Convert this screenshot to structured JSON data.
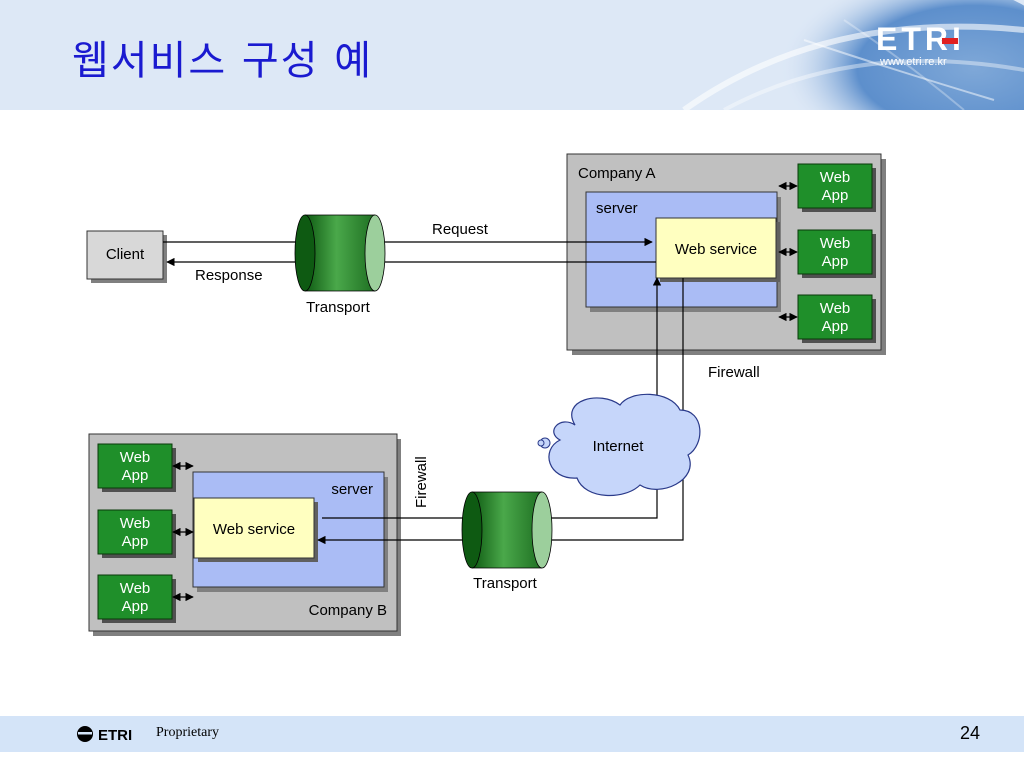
{
  "slide": {
    "title": "웹서비스 구성 예",
    "url": "www.etri.re.kr",
    "logo_text": "ETRI",
    "page_number": "24"
  },
  "footer": {
    "logo_text": "ETRI",
    "proprietary": "Proprietary"
  },
  "diagram": {
    "client": "Client",
    "request": "Request",
    "response": "Response",
    "transport_top": "Transport",
    "transport_bottom": "Transport",
    "company_a": {
      "label": "Company A",
      "server": "server",
      "web_service": "Web service",
      "apps": [
        "Web\nApp",
        "Web\nApp",
        "Web\nApp"
      ]
    },
    "company_b": {
      "label": "Company B",
      "server": "server",
      "web_service": "Web service",
      "apps": [
        "Web\nApp",
        "Web\nApp",
        "Web\nApp"
      ]
    },
    "firewall_a": "Firewall",
    "firewall_b": "Firewall",
    "internet": "Internet"
  },
  "colors": {
    "title": "#1a1ad0",
    "header_bg": "#dde8f6",
    "footer_bg": "#d4e4f8",
    "company_fill": "#c0c0c0",
    "server_fill": "#aabcf5",
    "web_service_fill": "#ffffc0",
    "web_app_fill": "#1f8f2a",
    "cylinder_fill": "#2a8a2a",
    "cloud_fill": "#c6d6fa"
  }
}
